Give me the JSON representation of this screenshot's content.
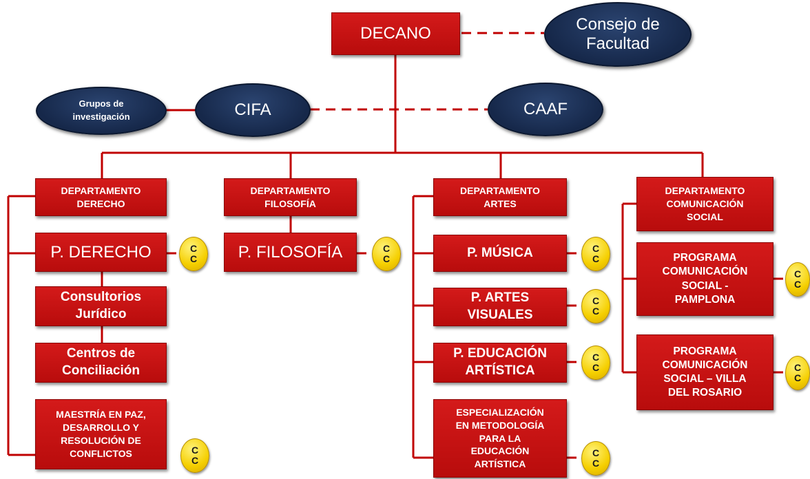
{
  "colors": {
    "box": "#c0100f",
    "oval": "#1b2d50",
    "cc": "#f5cf00",
    "line": "#c00000"
  },
  "top": {
    "decano": "DECANO",
    "consejo": "Consejo de\nFacultad",
    "grupos": "Grupos de\ninvestigación",
    "cifa": "CIFA",
    "caaf": "CAAF"
  },
  "departments": {
    "derecho": {
      "title": "DEPARTAMENTO\nDERECHO",
      "program": "P. DERECHO",
      "consultorios": "Consultorios\nJurídico",
      "centros": "Centros de\nConciliación",
      "maestria": "MAESTRÍA EN PAZ,\nDESARROLLO Y\nRESOLUCIÓN DE\nCONFLICTOS"
    },
    "filosofia": {
      "title": "DEPARTAMENTO\nFILOSOFÍA",
      "program": "P. FILOSOFÍA"
    },
    "artes": {
      "title": "DEPARTAMENTO\nARTES",
      "musica": "P. MÚSICA",
      "visuales": "P. ARTES\nVISUALES",
      "educacion": "P. EDUCACIÓN\nARTÍSTICA",
      "especializacion": "ESPECIALIZACIÓN\nEN METODOLOGÍA\nPARA LA\nEDUCACIÓN\nARTÍSTICA"
    },
    "comunicacion": {
      "title": "DEPARTAMENTO\nCOMUNICACIÓN\nSOCIAL",
      "pamplona": "PROGRAMA\nCOMUNICACIÓN\nSOCIAL -\nPAMPLONA",
      "villa": "PROGRAMA\nCOMUNICACIÓN\nSOCIAL – VILLA\nDEL ROSARIO"
    }
  },
  "cc_label": "C\nC"
}
